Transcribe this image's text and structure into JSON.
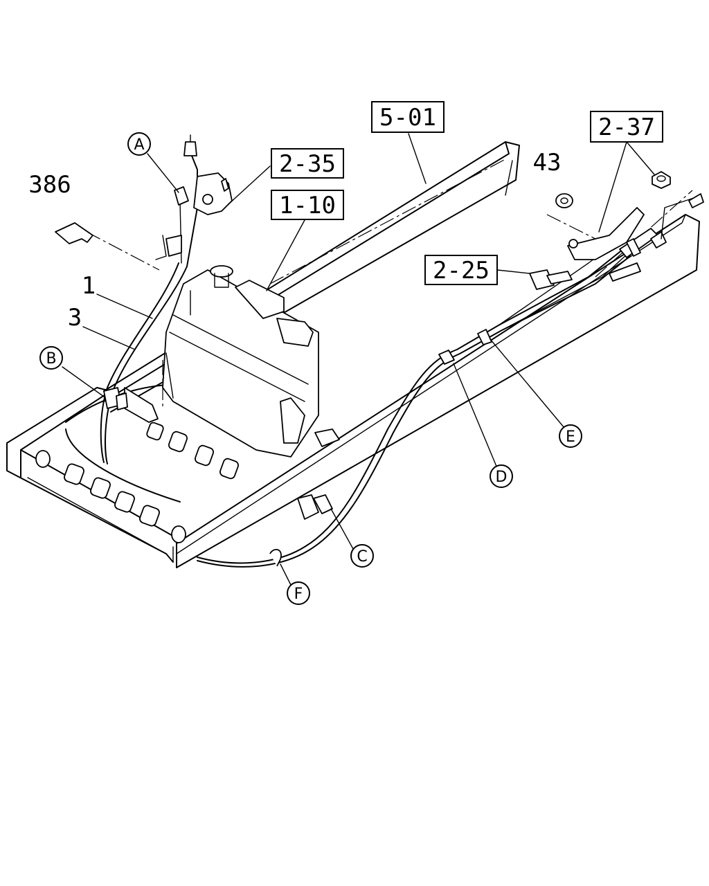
{
  "callouts": {
    "c_5_01": "5-01",
    "c_2_37": "2-37",
    "c_2_35": "2-35",
    "c_1_10": "1-10",
    "c_2_25": "2-25",
    "n_43": "43",
    "n_386": "386",
    "n_1": "1",
    "n_3": "3"
  },
  "refs": {
    "a": "A",
    "b": "B",
    "c": "C",
    "d": "D",
    "e": "E",
    "f": "F"
  }
}
